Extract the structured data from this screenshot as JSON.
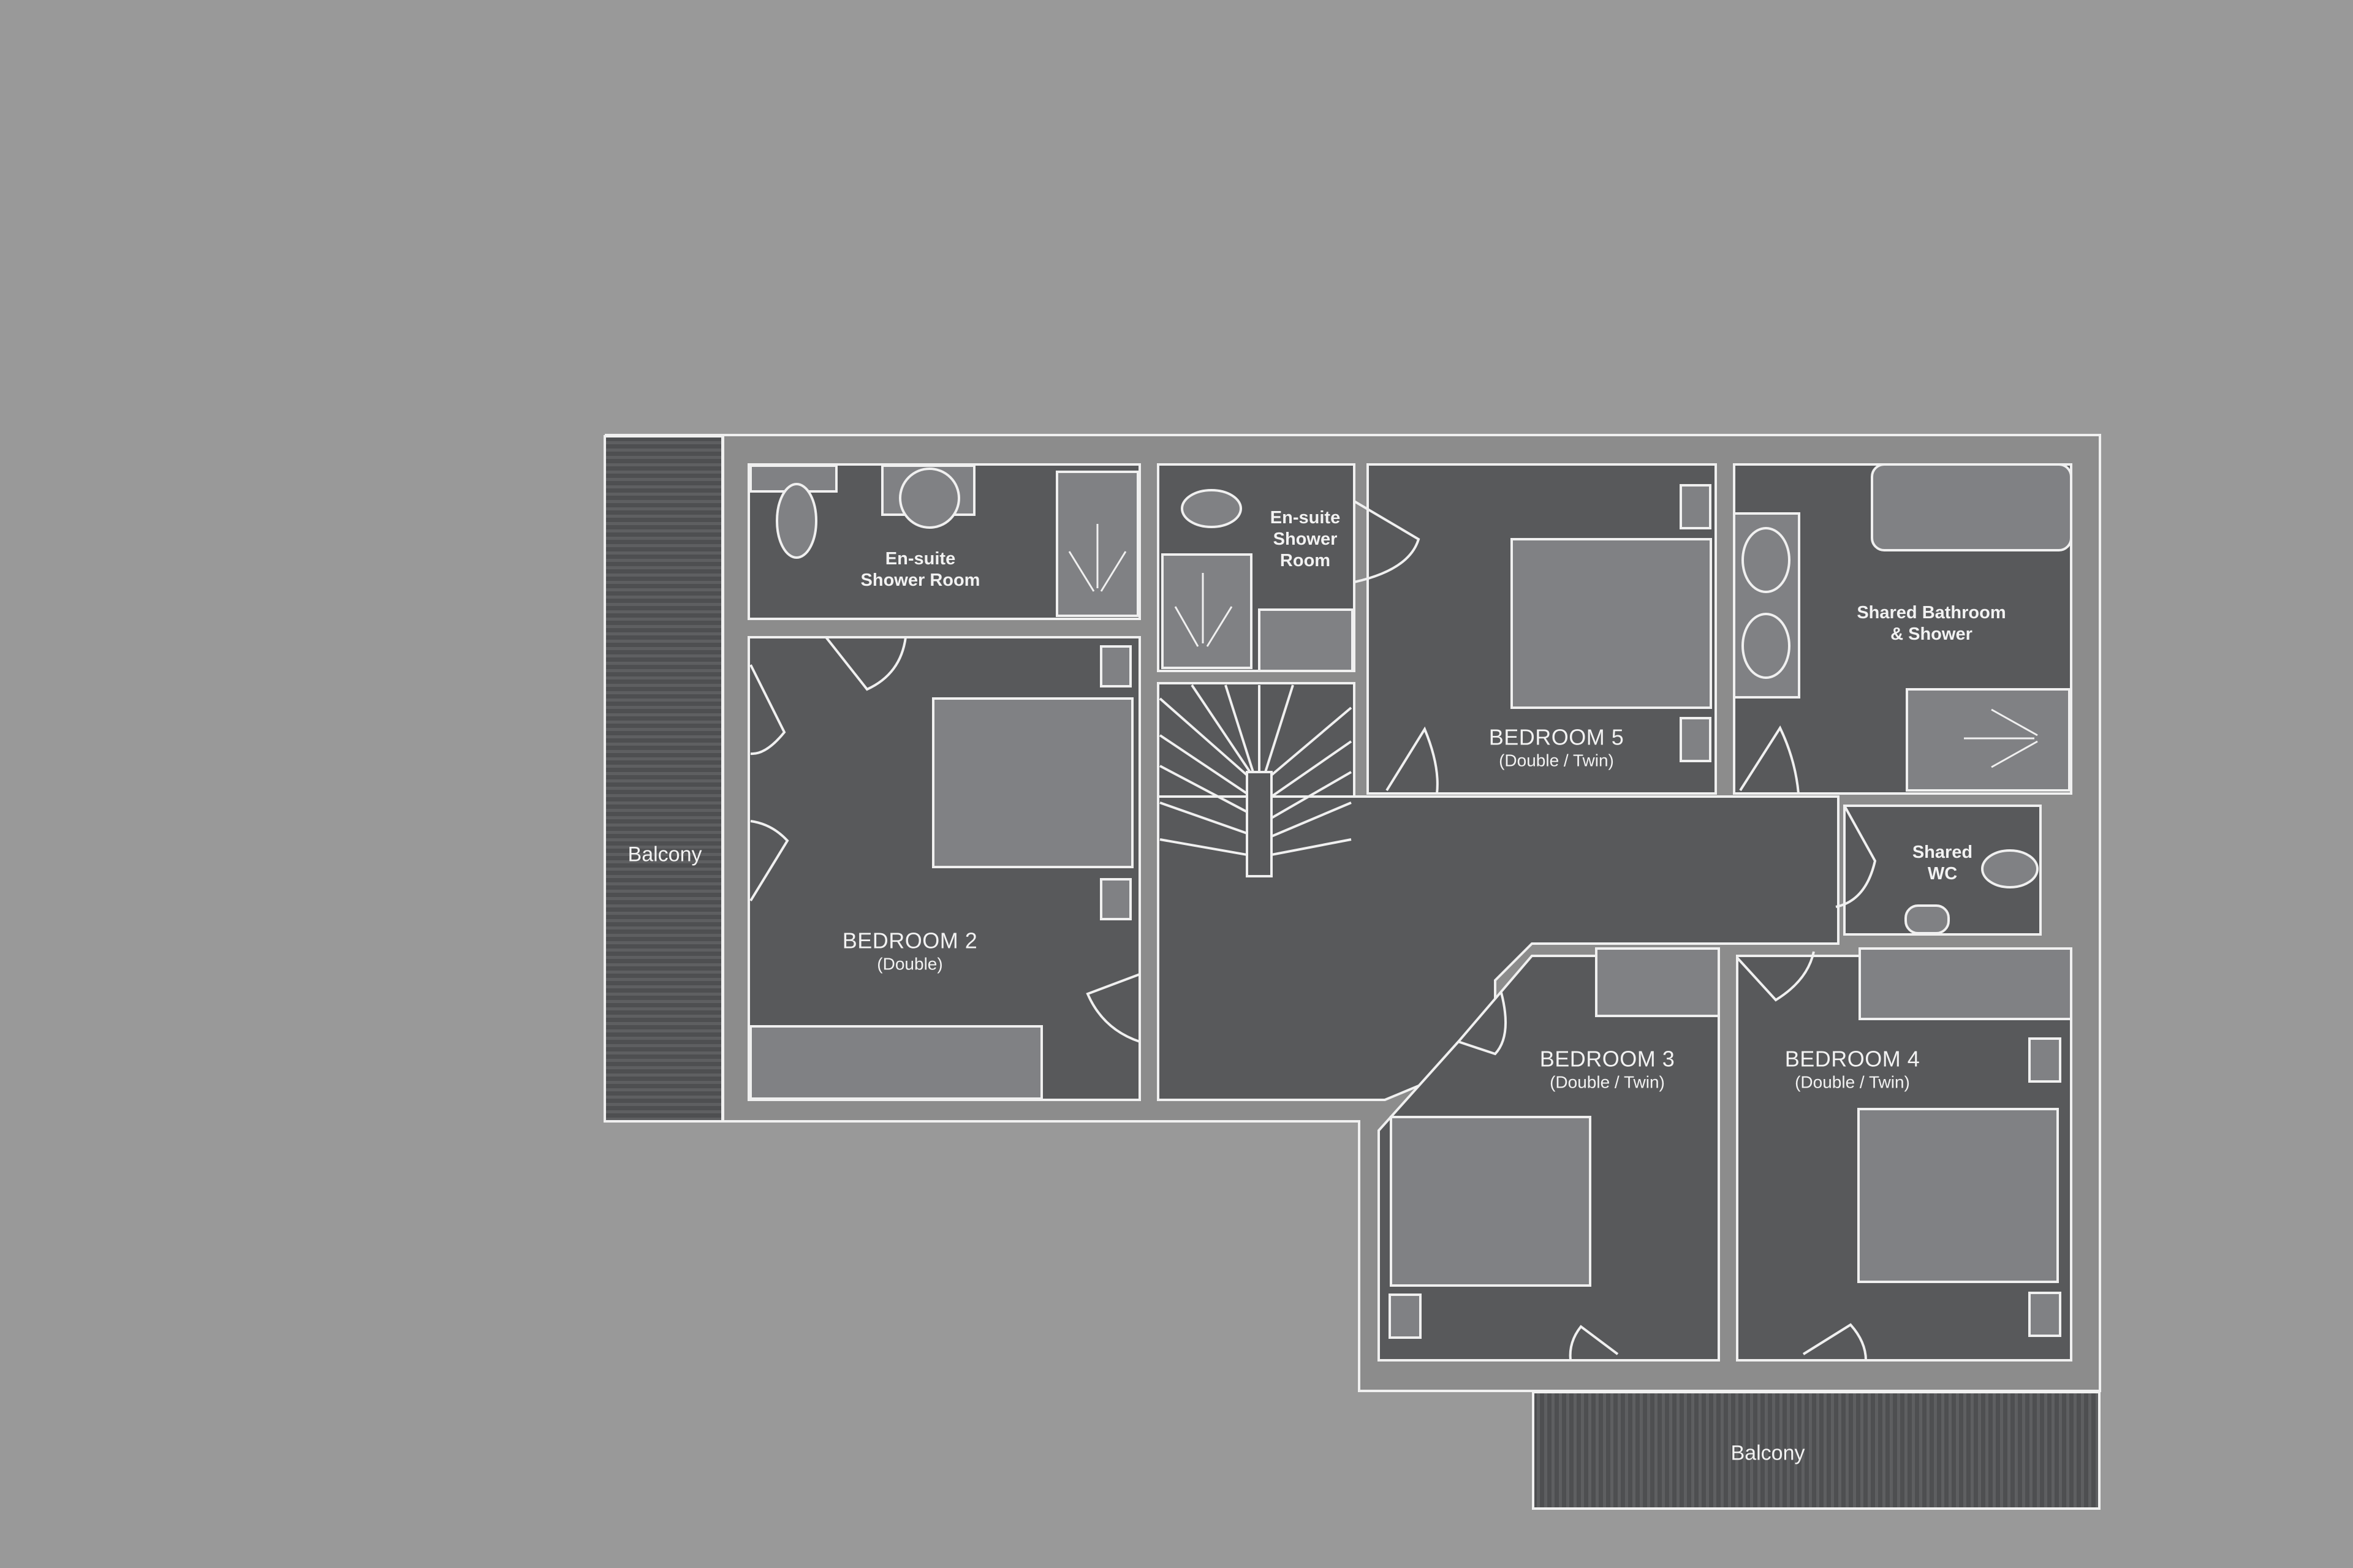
{
  "floor_plan": {
    "colors": {
      "background": "#999999",
      "room_fill": "#58595b",
      "wall_fill": "#8c8c8c",
      "fixture_fill": "#808184",
      "line": "#f0f0f0",
      "balcony_fill": "#4e4f51"
    },
    "rooms": [
      {
        "id": "bedroom-2",
        "title": "BEDROOM 2",
        "subtitle": "(Double)"
      },
      {
        "id": "bedroom-3",
        "title": "BEDROOM 3",
        "subtitle": "(Double / Twin)"
      },
      {
        "id": "bedroom-4",
        "title": "BEDROOM 4",
        "subtitle": "(Double / Twin)"
      },
      {
        "id": "bedroom-5",
        "title": "BEDROOM 5",
        "subtitle": "(Double / Twin)"
      },
      {
        "id": "ensuite-1",
        "line1": "En-suite",
        "line2": "Shower Room"
      },
      {
        "id": "ensuite-2",
        "line1": "En-suite",
        "line2": "Shower",
        "line3": "Room"
      },
      {
        "id": "shared-bathroom",
        "line1": "Shared Bathroom",
        "line2": "& Shower"
      },
      {
        "id": "shared-wc",
        "line1": "Shared",
        "line2": "WC"
      }
    ],
    "balconies": [
      {
        "id": "balcony-west",
        "label": "Balcony"
      },
      {
        "id": "balcony-south",
        "label": "Balcony"
      }
    ]
  }
}
